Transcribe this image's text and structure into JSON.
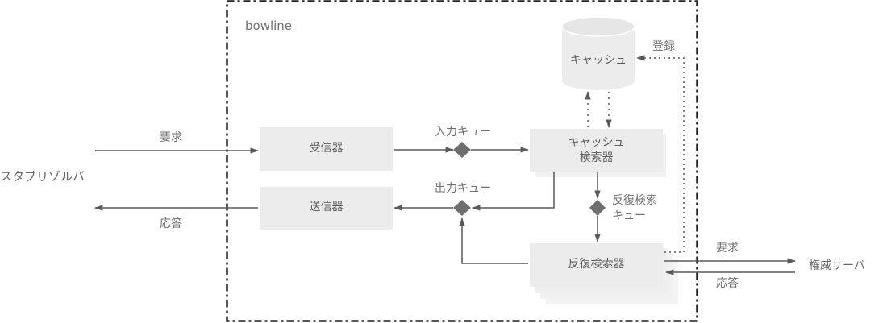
{
  "diagram": {
    "boundary_label": "bowline",
    "external": {
      "stub_resolver": "スタブリゾルバ",
      "authoritative_server": "権威サーバ"
    },
    "components": {
      "receiver": "受信器",
      "sender": "送信器",
      "cache": "キャッシュ",
      "cache_searcher": [
        "キャッシュ",
        "検索器"
      ],
      "iterative_searcher": "反復検索器"
    },
    "queues": {
      "input_queue": "入力キュー",
      "output_queue": "出力キュー",
      "iterative_queue": [
        "反復検索",
        "キュー"
      ]
    },
    "edge_labels": {
      "client_request": "要求",
      "client_response": "応答",
      "register": "登録",
      "server_request": "要求",
      "server_response": "応答"
    },
    "colors": {
      "box_fill": "#ececec",
      "box_shadow": "#f1f1f1",
      "line": "#5a5a5a",
      "diamond": "#6e6e6e",
      "boundary": "#222222",
      "text": "#707070"
    }
  }
}
